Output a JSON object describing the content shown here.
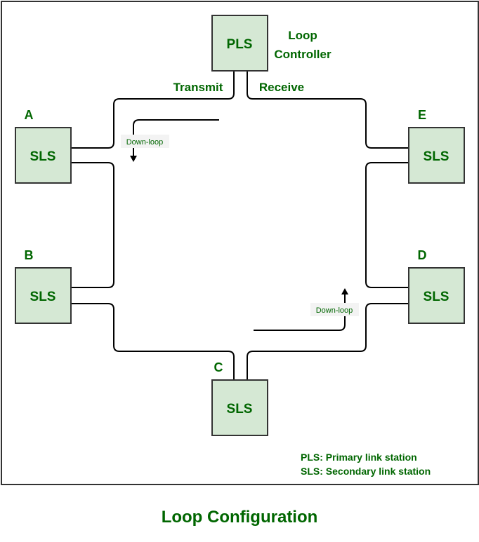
{
  "caption": "Loop Configuration",
  "controller": {
    "box_label": "PLS",
    "title_line1": "Loop",
    "title_line2": "Controller",
    "transmit_label": "Transmit",
    "receive_label": "Receive"
  },
  "stations": [
    {
      "id": "A",
      "label": "SLS"
    },
    {
      "id": "B",
      "label": "SLS"
    },
    {
      "id": "C",
      "label": "SLS"
    },
    {
      "id": "D",
      "label": "SLS"
    },
    {
      "id": "E",
      "label": "SLS"
    }
  ],
  "flow_labels": {
    "top_left": "Down-loop",
    "bottom_right": "Down-loop"
  },
  "legend": {
    "line1": "PLS: Primary link station",
    "line2": "SLS: Secondary link station"
  },
  "colors": {
    "text_green": "#006600",
    "box_fill": "#d5e8d4",
    "box_stroke": "#333333"
  }
}
